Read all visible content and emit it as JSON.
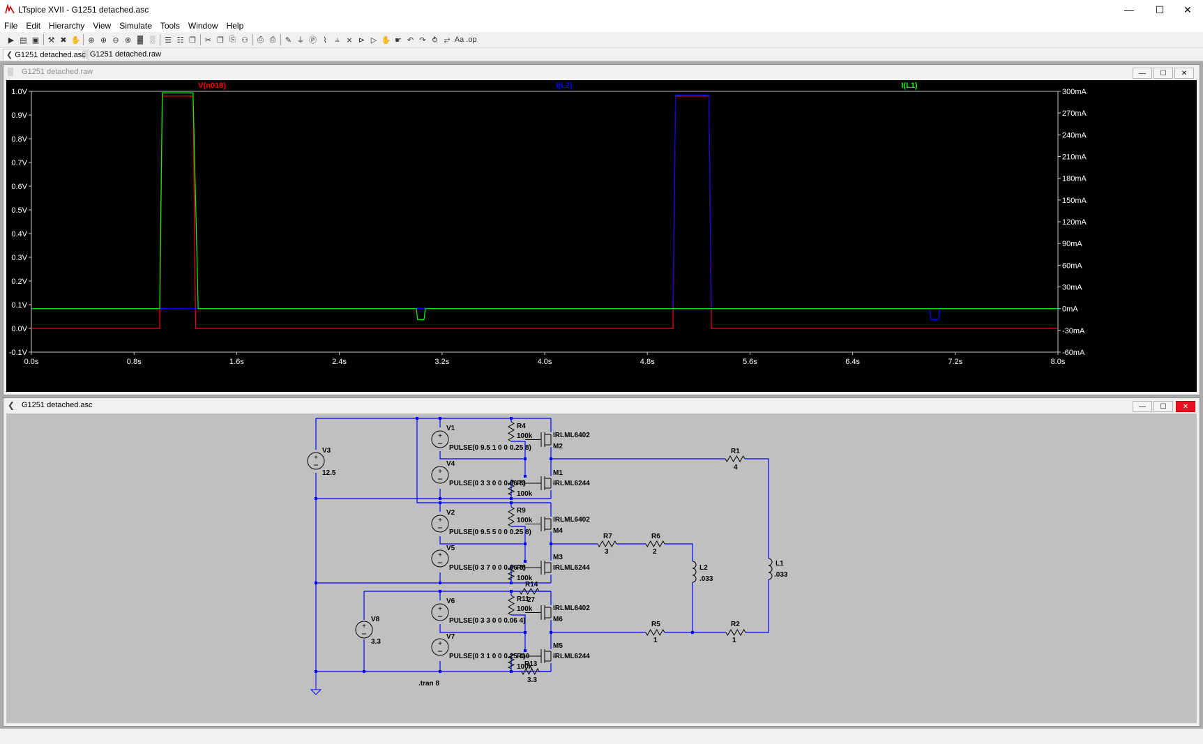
{
  "app": {
    "window_title": "LTspice XVII - G1251 detached.asc",
    "controls": {
      "minimize": "—",
      "maximize": "☐",
      "close": "✕"
    }
  },
  "menu": [
    "File",
    "Edit",
    "Hierarchy",
    "View",
    "Simulate",
    "Tools",
    "Window",
    "Help"
  ],
  "toolbar_icons": [
    "run-icon",
    "open-icon",
    "save-icon",
    "control-panel-icon",
    "halt-icon",
    "pan-icon",
    "zoom-in-icon",
    "zoom-area-icon",
    "zoom-out-icon",
    "zoom-fit-icon",
    "autorange-icon",
    "fit-icon",
    "tile-horizontal-icon",
    "tile-vertical-icon",
    "cascade-icon",
    "cut-icon",
    "copy-icon",
    "paste-icon",
    "find-icon",
    "print-icon",
    "print-setup-icon",
    "wire-icon",
    "ground-icon",
    "label-icon",
    "resistor-icon",
    "capacitor-icon",
    "inductor-icon",
    "diode-icon",
    "component-icon",
    "move-icon",
    "drag-icon",
    "undo-icon",
    "redo-icon",
    "rotate-icon",
    "mirror-icon",
    "text-icon",
    "spice-directive-icon"
  ],
  "toolbar_glyphs": [
    "▶",
    "▤",
    "▣",
    "⚒",
    "✖",
    "✋",
    "⊕",
    "⊕",
    "⊖",
    "⊗",
    "▓",
    "░",
    "☰",
    "☷",
    "❐",
    "✂",
    "❐",
    "⎘",
    "⚇",
    "⎙",
    "⎙",
    "✎",
    "⏚",
    "Ⓟ",
    "⌇",
    "⫨",
    "⨯",
    "⊳",
    "▷",
    "✋",
    "☛",
    "↶",
    "↷",
    "⥁",
    "⥂",
    "Aa",
    ".op"
  ],
  "tabs": [
    {
      "label": "G1251 detached.asc",
      "icon": "schematic-icon"
    },
    {
      "label": "G1251 detached.raw",
      "icon": "waveform-icon"
    }
  ],
  "plot_window": {
    "title": "G1251 detached.raw",
    "buttons": [
      "—",
      "☐",
      "✕"
    ]
  },
  "schematic_window": {
    "title": "G1251 detached.asc",
    "buttons": [
      "—",
      "☐",
      "✕"
    ]
  },
  "colors": {
    "trace_vn018": "#ff0000",
    "trace_il2": "#0000ff",
    "trace_il1": "#00ff00",
    "plot_bg": "#000000",
    "axis_text": "#ffffff",
    "schematic_bg": "#c0c0c0",
    "wire": "#0000ff"
  },
  "chart_data": {
    "type": "line",
    "title": "",
    "xlim": [
      0,
      8
    ],
    "ylim": [
      -0.1,
      1.0
    ],
    "y2lim": [
      -60,
      300
    ],
    "x_ticks": [
      0,
      0.8,
      1.6,
      2.4,
      3.2,
      4.0,
      4.8,
      5.6,
      6.4,
      7.2,
      8.0
    ],
    "x_tick_labels": [
      "0.0s",
      "0.8s",
      "1.6s",
      "2.4s",
      "3.2s",
      "4.0s",
      "4.8s",
      "5.6s",
      "6.4s",
      "7.2s",
      "8.0s"
    ],
    "y_ticks": [
      1.0,
      0.9,
      0.8,
      0.7,
      0.6,
      0.5,
      0.4,
      0.3,
      0.2,
      0.1,
      0.0,
      -0.1
    ],
    "y_tick_labels": [
      "1.0V",
      "0.9V",
      "0.8V",
      "0.7V",
      "0.6V",
      "0.5V",
      "0.4V",
      "0.3V",
      "0.2V",
      "0.1V",
      "0.0V",
      "-0.1V"
    ],
    "y2_ticks": [
      300,
      270,
      240,
      210,
      180,
      150,
      120,
      90,
      60,
      30,
      0,
      -30,
      -60
    ],
    "y2_tick_labels": [
      "300mA",
      "270mA",
      "240mA",
      "210mA",
      "180mA",
      "150mA",
      "120mA",
      "90mA",
      "60mA",
      "30mA",
      "0mA",
      "-30mA",
      "-60mA"
    ],
    "grid": false,
    "series": [
      {
        "name": "V(n018)",
        "axis": "left",
        "color": "#ff0000",
        "x": [
          0,
          1.0,
          1.02,
          1.26,
          1.28,
          5.0,
          5.02,
          5.28,
          5.3,
          8.0
        ],
        "y": [
          0,
          0,
          0.98,
          0.98,
          0,
          0,
          0.98,
          0.98,
          0,
          0
        ]
      },
      {
        "name": "I(L2)",
        "axis": "right",
        "color": "#0000ff",
        "x": [
          0,
          1.0,
          1.02,
          1.26,
          1.28,
          5.0,
          5.02,
          5.28,
          5.3,
          7.0,
          7.01,
          7.07,
          7.08,
          8.0
        ],
        "y": [
          0,
          0,
          0,
          0,
          0,
          0,
          295,
          295,
          0,
          0,
          -15,
          -15,
          0,
          0
        ]
      },
      {
        "name": "I(L1)",
        "axis": "right",
        "color": "#00ff00",
        "x": [
          0,
          1.0,
          1.02,
          1.26,
          1.3,
          3.0,
          3.01,
          3.06,
          3.07,
          8.0
        ],
        "y": [
          0,
          0,
          298,
          298,
          0,
          0,
          -15,
          -15,
          0,
          0
        ]
      }
    ]
  },
  "schematic": {
    "labels": [
      {
        "id": "v3-name",
        "text": "V3"
      },
      {
        "id": "v3-val",
        "text": "12.5"
      },
      {
        "id": "v1-name",
        "text": "V1"
      },
      {
        "id": "v1-val",
        "text": "PULSE(0 9.5 1 0 0 0.25 8)"
      },
      {
        "id": "v4-name",
        "text": "V4"
      },
      {
        "id": "v4-val",
        "text": "PULSE(0 3 3 0 0 0.06 8)"
      },
      {
        "id": "v2-name",
        "text": "V2"
      },
      {
        "id": "v2-val",
        "text": "PULSE(0 9.5 5 0 0 0.25 8)"
      },
      {
        "id": "v5-name",
        "text": "V5"
      },
      {
        "id": "v5-val",
        "text": "PULSE(0 3 7 0 0 0.06 8)"
      },
      {
        "id": "v6-name",
        "text": "V6"
      },
      {
        "id": "v6-val",
        "text": "PULSE(0 3 3 0 0 0.06 4)"
      },
      {
        "id": "v7-name",
        "text": "V7"
      },
      {
        "id": "v7-val",
        "text": "PULSE(0 3 1 0 0 0.25 4)"
      },
      {
        "id": "v8-name",
        "text": "V8"
      },
      {
        "id": "v8-val",
        "text": "3.3"
      },
      {
        "id": "r4-name",
        "text": "R4"
      },
      {
        "id": "r4-val",
        "text": "100k"
      },
      {
        "id": "r3-name",
        "text": "R3"
      },
      {
        "id": "r3-val",
        "text": "100k"
      },
      {
        "id": "r9-name",
        "text": "R9"
      },
      {
        "id": "r9-val",
        "text": "100k"
      },
      {
        "id": "r8-name",
        "text": "R8"
      },
      {
        "id": "r8-val",
        "text": "100k"
      },
      {
        "id": "r14-name",
        "text": "R14"
      },
      {
        "id": "r14-val",
        "text": "27"
      },
      {
        "id": "r11-name",
        "text": "R11"
      },
      {
        "id": "r11-val",
        "text": "100k"
      },
      {
        "id": "r10-name",
        "text": "R10"
      },
      {
        "id": "r10-val",
        "text": "100k"
      },
      {
        "id": "r13-name",
        "text": "R13"
      },
      {
        "id": "r13-val",
        "text": "3.3"
      },
      {
        "id": "m2-part",
        "text": "IRLML6402"
      },
      {
        "id": "m2-name",
        "text": "M2"
      },
      {
        "id": "m1-name",
        "text": "M1"
      },
      {
        "id": "m1-part",
        "text": "IRLML6244"
      },
      {
        "id": "m4-part",
        "text": "IRLML6402"
      },
      {
        "id": "m4-name",
        "text": "M4"
      },
      {
        "id": "m3-name",
        "text": "M3"
      },
      {
        "id": "m3-part",
        "text": "IRLML6244"
      },
      {
        "id": "m6-part",
        "text": "IRLML6402"
      },
      {
        "id": "m6-name",
        "text": "M6"
      },
      {
        "id": "m5-name",
        "text": "M5"
      },
      {
        "id": "m5-part",
        "text": "IRLML6244"
      },
      {
        "id": "r1-name",
        "text": "R1"
      },
      {
        "id": "r1-val",
        "text": "4"
      },
      {
        "id": "r7-name",
        "text": "R7"
      },
      {
        "id": "r7-val",
        "text": "3"
      },
      {
        "id": "r6-name",
        "text": "R6"
      },
      {
        "id": "r6-val",
        "text": "2"
      },
      {
        "id": "r5-name",
        "text": "R5"
      },
      {
        "id": "r5-val",
        "text": "1"
      },
      {
        "id": "r2-name",
        "text": "R2"
      },
      {
        "id": "r2-val",
        "text": "1"
      },
      {
        "id": "l2-name",
        "text": "L2"
      },
      {
        "id": "l2-val",
        "text": ".033"
      },
      {
        "id": "l1-name",
        "text": "L1"
      },
      {
        "id": "l1-val",
        "text": ".033"
      },
      {
        "id": "directive",
        "text": ".tran 8"
      }
    ]
  }
}
